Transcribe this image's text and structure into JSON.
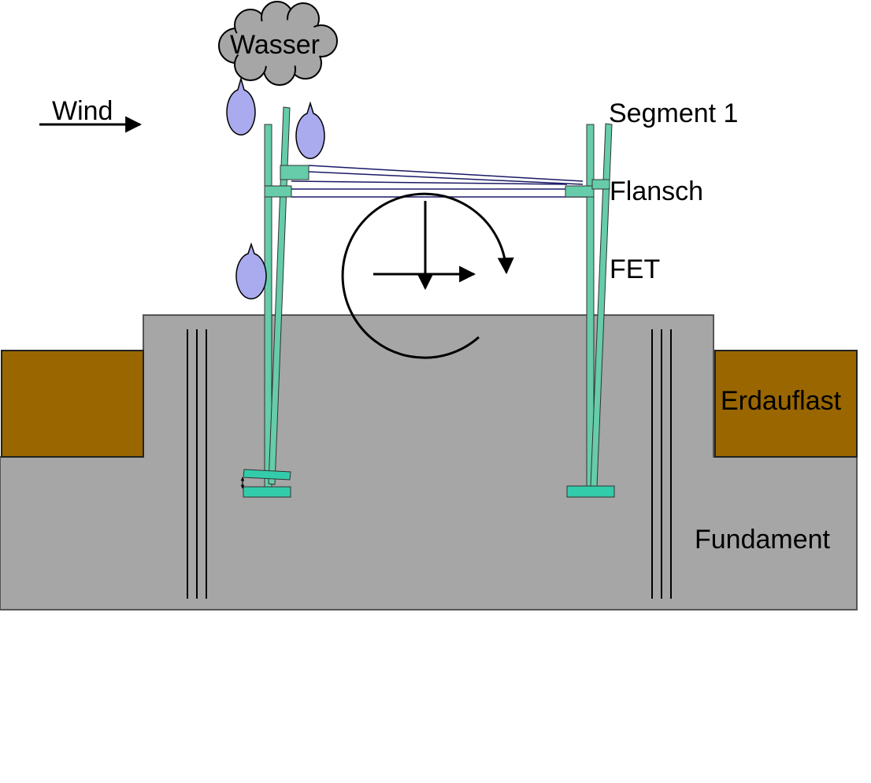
{
  "labels": {
    "wasser": "Wasser",
    "wind": "Wind",
    "segment": "Segment 1",
    "flansch": "Flansch",
    "fet": "FET",
    "erdauflast": "Erdauflast",
    "fundament": "Fundament"
  },
  "colors": {
    "foundation": "#a6a6a6",
    "soil": "#996600",
    "steel": "#66ccaa",
    "flange_plate": "#33ccaa",
    "water": "#aaaaee",
    "cloud": "#a6a6a6",
    "segment_lines": "#1a1a66"
  },
  "icons": {
    "cloud": "cloud-icon",
    "drops": "water-drop-icon",
    "moment": "rotation-arrow-icon",
    "wind": "arrow-right-icon"
  }
}
